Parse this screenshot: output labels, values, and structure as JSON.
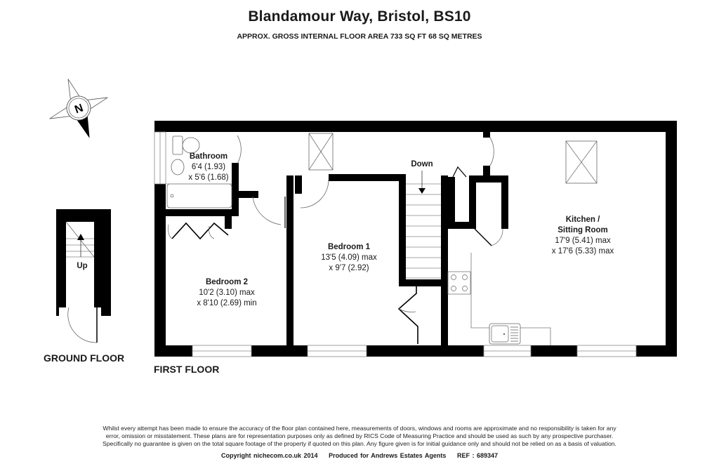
{
  "header": {
    "title": "Blandamour Way, Bristol, BS10",
    "subtitle": "APPROX. GROSS INTERNAL FLOOR AREA 733 SQ FT 68 SQ METRES"
  },
  "compass": {
    "icon": "north-compass-icon",
    "label": "N"
  },
  "floors": {
    "ground": {
      "label": "GROUND FLOOR",
      "stairs_label": "Up"
    },
    "first": {
      "label": "FIRST FLOOR",
      "stairs_label": "Down"
    }
  },
  "rooms": [
    {
      "name": "Bathroom",
      "dim1": "6'4 (1.93)",
      "dim2": "x 5'6 (1.68)"
    },
    {
      "name": "Bedroom 2",
      "dim1": "10'2 (3.10) max",
      "dim2": "x 8'10 (2.69) min"
    },
    {
      "name": "Bedroom 1",
      "dim1": "13'5 (4.09) max",
      "dim2": "x 9'7 (2.92)"
    },
    {
      "name_line1": "Kitchen /",
      "name": "Sitting Room",
      "dim1": "17'9 (5.41) max",
      "dim2": "x 17'6 (5.33) max"
    }
  ],
  "footer": {
    "disclaimer_lines": [
      "Whilst every attempt has been made to ensure the accuracy of the floor plan contained here, measurements of doors, windows and rooms are approximate and no responsibility is taken for any",
      "error, omission or misstatement. These plans are for representation purposes only as defined by RICS Code of Measuring Practice and should be used as such by any prospective purchaser.",
      "Specifically no guarantee is given on the total square footage of the property if quoted on this plan. Any figure given is for initial guidance only and should not be relied on as a basis of valuation."
    ],
    "copyright": "Copyright nichecom.co.uk 2014",
    "produced_for": "Produced for Andrews Estates Agents",
    "ref": "REF : 689347"
  }
}
